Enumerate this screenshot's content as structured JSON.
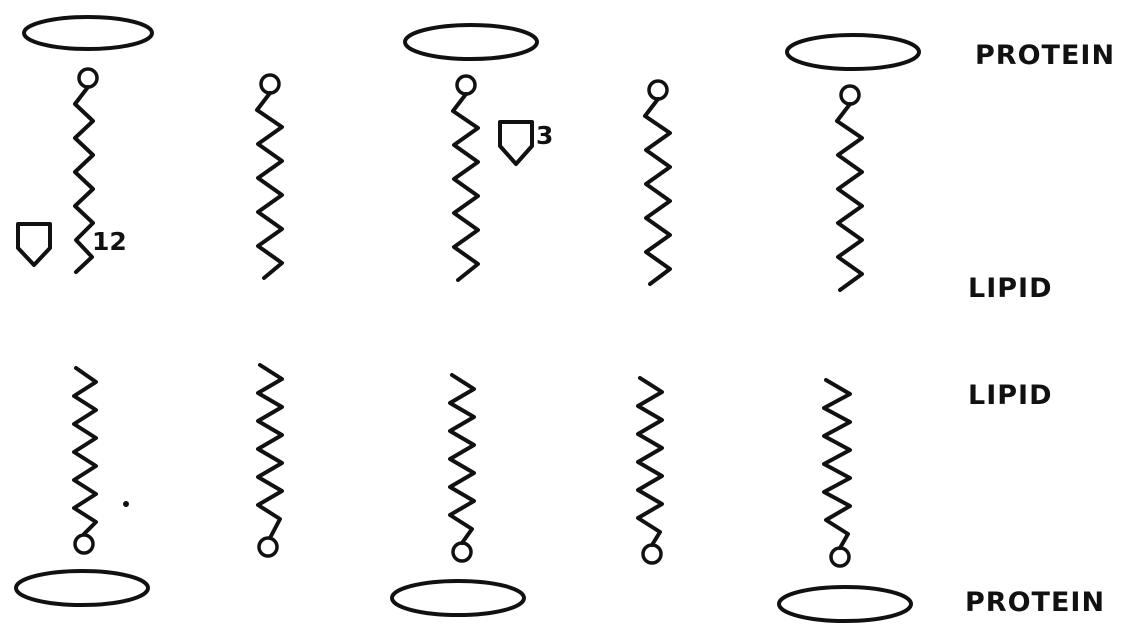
{
  "labels": {
    "protein_top": "PROTEIN",
    "lipid_top": "LIPID",
    "lipid_bottom": "LIPID",
    "protein_bottom": "PROTEIN"
  },
  "probes": {
    "probe_12": "12",
    "probe_3": "3"
  },
  "colors": {
    "ink": "#111111",
    "background": "#ffffff"
  }
}
